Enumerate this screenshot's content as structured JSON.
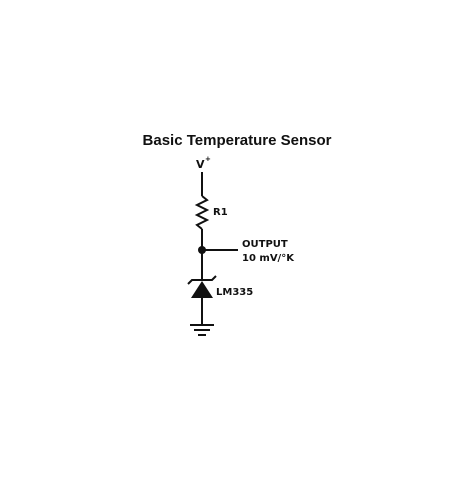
{
  "diagram": {
    "title": "Basic Temperature Sensor",
    "supply_label": "V",
    "supply_superscript": "+",
    "resistor_label": "R1",
    "output_label_line1": "OUTPUT",
    "output_label_line2": "10 mV/°K",
    "sensor_label": "LM335",
    "colors": {
      "ink": "#111111",
      "background": "#ffffff"
    }
  }
}
